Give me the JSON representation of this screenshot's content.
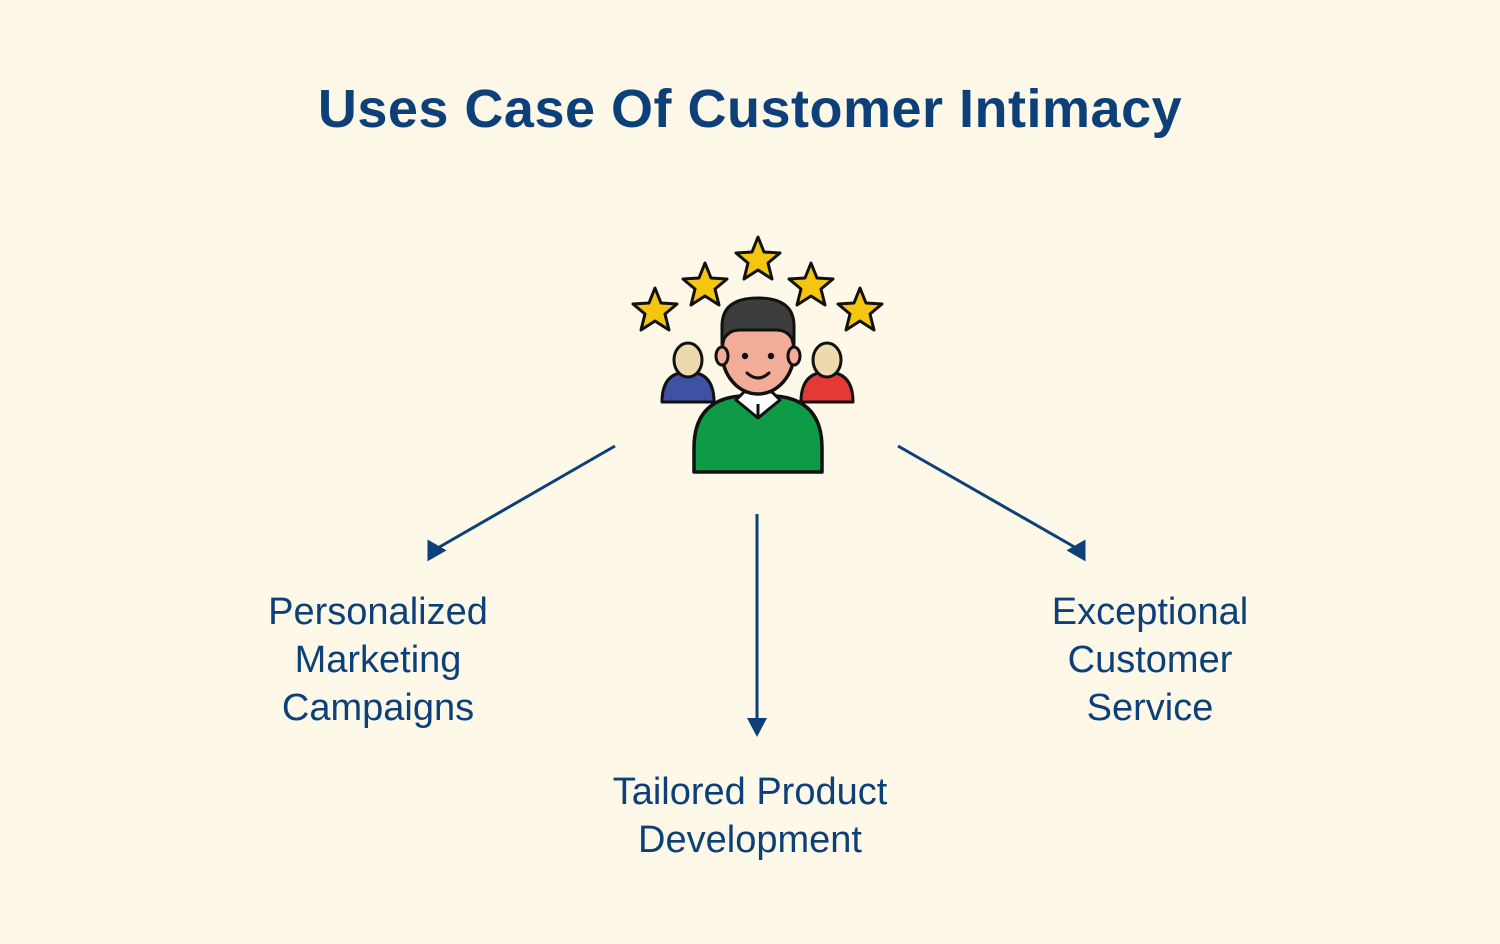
{
  "title": "Uses Case Of Customer Intimacy",
  "colors": {
    "background": "#fdf8e8",
    "text": "#0d4078",
    "arrow": "#0d4078",
    "star": "#f6c50f",
    "main_shirt": "#0f9a47",
    "left_person_shirt": "#3f51a5",
    "right_person_shirt": "#e53935",
    "skin": "#f2ad99",
    "hair": "#3d3d3d"
  },
  "icon": "customer-satisfaction-icon",
  "items": [
    {
      "label": "Personalized\nMarketing\nCampaigns"
    },
    {
      "label": "Tailored Product\nDevelopment"
    },
    {
      "label": "Exceptional\nCustomer\nService"
    }
  ]
}
